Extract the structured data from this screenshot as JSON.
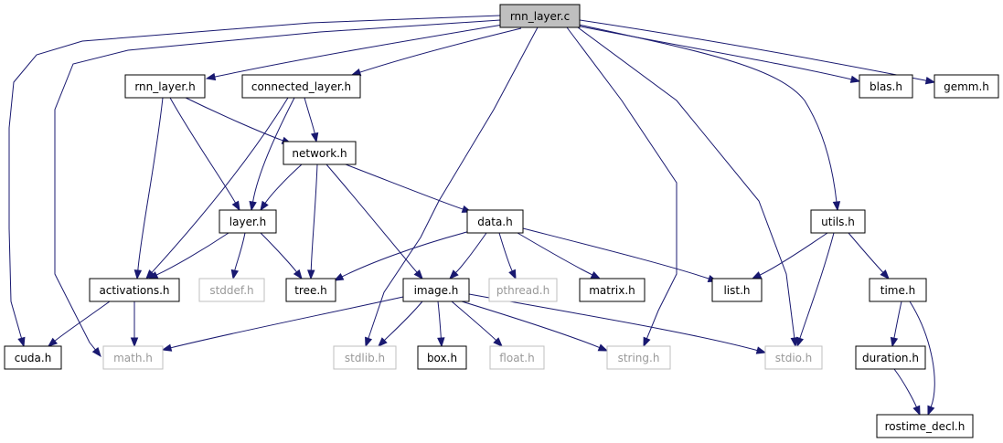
{
  "colors": {
    "edge": "#191970",
    "root_fill": "#bfbfbf",
    "node_fill": "#ffffff",
    "node_border": "#000000",
    "external_border": "#bfbfbf",
    "external_text": "#999999",
    "text": "#000000"
  },
  "nodes": [
    {
      "id": "rnn_layer_c",
      "label": "rnn_layer.c",
      "kind": "root"
    },
    {
      "id": "rnn_layer_h",
      "label": "rnn_layer.h",
      "kind": "local"
    },
    {
      "id": "connected_layer_h",
      "label": "connected_layer.h",
      "kind": "local"
    },
    {
      "id": "blas_h",
      "label": "blas.h",
      "kind": "local"
    },
    {
      "id": "gemm_h",
      "label": "gemm.h",
      "kind": "local"
    },
    {
      "id": "network_h",
      "label": "network.h",
      "kind": "local"
    },
    {
      "id": "layer_h",
      "label": "layer.h",
      "kind": "local"
    },
    {
      "id": "data_h",
      "label": "data.h",
      "kind": "local"
    },
    {
      "id": "utils_h",
      "label": "utils.h",
      "kind": "local"
    },
    {
      "id": "activations_h",
      "label": "activations.h",
      "kind": "local"
    },
    {
      "id": "stddef_h",
      "label": "stddef.h",
      "kind": "external"
    },
    {
      "id": "tree_h",
      "label": "tree.h",
      "kind": "local"
    },
    {
      "id": "image_h",
      "label": "image.h",
      "kind": "local"
    },
    {
      "id": "pthread_h",
      "label": "pthread.h",
      "kind": "external"
    },
    {
      "id": "matrix_h",
      "label": "matrix.h",
      "kind": "local"
    },
    {
      "id": "list_h",
      "label": "list.h",
      "kind": "local"
    },
    {
      "id": "time_h",
      "label": "time.h",
      "kind": "local"
    },
    {
      "id": "cuda_h",
      "label": "cuda.h",
      "kind": "local"
    },
    {
      "id": "math_h",
      "label": "math.h",
      "kind": "external"
    },
    {
      "id": "stdlib_h",
      "label": "stdlib.h",
      "kind": "external"
    },
    {
      "id": "box_h",
      "label": "box.h",
      "kind": "local"
    },
    {
      "id": "float_h",
      "label": "float.h",
      "kind": "external"
    },
    {
      "id": "string_h",
      "label": "string.h",
      "kind": "external"
    },
    {
      "id": "stdio_h",
      "label": "stdio.h",
      "kind": "external"
    },
    {
      "id": "duration_h",
      "label": "duration.h",
      "kind": "local"
    },
    {
      "id": "rostime_decl_h",
      "label": "rostime_decl.h",
      "kind": "local"
    }
  ],
  "edges": [
    {
      "from": "rnn_layer_c",
      "to": "rnn_layer_h"
    },
    {
      "from": "rnn_layer_c",
      "to": "connected_layer_h"
    },
    {
      "from": "rnn_layer_c",
      "to": "blas_h"
    },
    {
      "from": "rnn_layer_c",
      "to": "gemm_h"
    },
    {
      "from": "rnn_layer_c",
      "to": "utils_h"
    },
    {
      "from": "rnn_layer_c",
      "to": "cuda_h"
    },
    {
      "from": "rnn_layer_c",
      "to": "math_h"
    },
    {
      "from": "rnn_layer_c",
      "to": "stdlib_h"
    },
    {
      "from": "rnn_layer_c",
      "to": "string_h"
    },
    {
      "from": "rnn_layer_c",
      "to": "stdio_h"
    },
    {
      "from": "rnn_layer_h",
      "to": "network_h"
    },
    {
      "from": "rnn_layer_h",
      "to": "layer_h"
    },
    {
      "from": "rnn_layer_h",
      "to": "activations_h"
    },
    {
      "from": "connected_layer_h",
      "to": "network_h"
    },
    {
      "from": "connected_layer_h",
      "to": "layer_h"
    },
    {
      "from": "connected_layer_h",
      "to": "activations_h"
    },
    {
      "from": "network_h",
      "to": "layer_h"
    },
    {
      "from": "network_h",
      "to": "data_h"
    },
    {
      "from": "network_h",
      "to": "tree_h"
    },
    {
      "from": "network_h",
      "to": "image_h"
    },
    {
      "from": "layer_h",
      "to": "activations_h"
    },
    {
      "from": "layer_h",
      "to": "stddef_h"
    },
    {
      "from": "layer_h",
      "to": "tree_h"
    },
    {
      "from": "data_h",
      "to": "tree_h"
    },
    {
      "from": "data_h",
      "to": "image_h"
    },
    {
      "from": "data_h",
      "to": "pthread_h"
    },
    {
      "from": "data_h",
      "to": "matrix_h"
    },
    {
      "from": "data_h",
      "to": "list_h"
    },
    {
      "from": "utils_h",
      "to": "list_h"
    },
    {
      "from": "utils_h",
      "to": "stdio_h"
    },
    {
      "from": "utils_h",
      "to": "time_h"
    },
    {
      "from": "activations_h",
      "to": "cuda_h"
    },
    {
      "from": "activations_h",
      "to": "math_h"
    },
    {
      "from": "image_h",
      "to": "math_h"
    },
    {
      "from": "image_h",
      "to": "stdlib_h"
    },
    {
      "from": "image_h",
      "to": "box_h"
    },
    {
      "from": "image_h",
      "to": "float_h"
    },
    {
      "from": "image_h",
      "to": "string_h"
    },
    {
      "from": "image_h",
      "to": "stdio_h"
    },
    {
      "from": "time_h",
      "to": "duration_h"
    },
    {
      "from": "time_h",
      "to": "rostime_decl_h"
    },
    {
      "from": "duration_h",
      "to": "rostime_decl_h"
    }
  ]
}
